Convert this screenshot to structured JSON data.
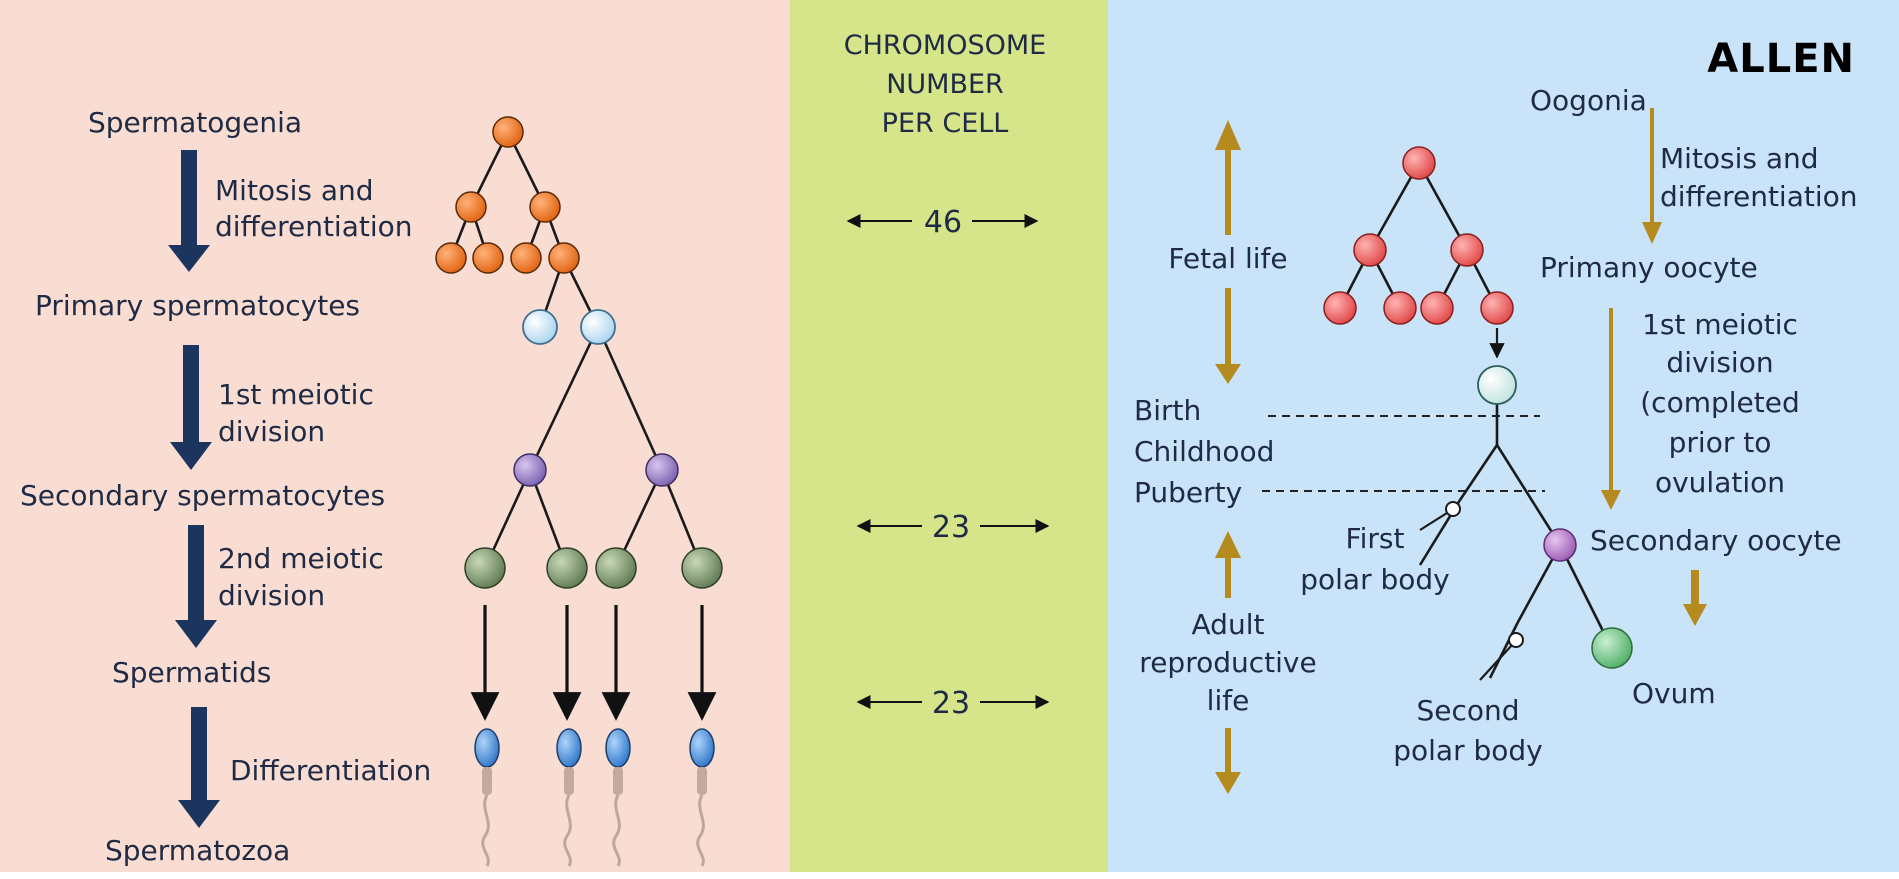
{
  "brand": "ALLEN",
  "colors": {
    "left_bg": "#f9ddd3",
    "mid_bg": "#d6e58a",
    "right_bg": "#c9e3f8",
    "navy_arrow": "#1c355e",
    "gold_arrow": "#b58a1e",
    "spermatogonia_cell": "#f07a22",
    "primary_spermatocyte_cell": "#cfe8f7",
    "secondary_spermatocyte_cell": "#9b86c2",
    "spermatid_cell": "#7f9a6f",
    "sperm_head": "#4a90d9",
    "oogonia_cell": "#f06a6a",
    "primary_oocyte_cell": "#dff0ee",
    "secondary_oocyte_cell": "#b27ac4",
    "ovum_cell": "#79c98c"
  },
  "spermatogenesis": {
    "stages": [
      "Spermatogenia",
      "Primary spermatocytes",
      "Secondary spermatocytes",
      "Spermatids",
      "Spermatozoa"
    ],
    "processes": {
      "mitosis": [
        "Mitosis and",
        "differentiation"
      ],
      "meiosis1": [
        "1st meiotic",
        "division"
      ],
      "meiosis2": [
        "2nd meiotic",
        "division"
      ],
      "differentiation": "Differentiation"
    }
  },
  "chromosome_panel": {
    "header": [
      "CHROMOSOME",
      "NUMBER",
      "PER CELL"
    ],
    "values": [
      "46",
      "23",
      "23"
    ]
  },
  "oogenesis": {
    "life_stages": {
      "fetal": "Fetal life",
      "birth": "Birth",
      "childhood": "Childhood",
      "puberty": "Puberty",
      "adult": [
        "Adult",
        "reproductive",
        "life"
      ]
    },
    "oogonia": "Oogonia",
    "mitosis": [
      "Mitosis and",
      "differentiation"
    ],
    "primary_oocyte": "Primany oocyte",
    "meiosis1": [
      "1st meiotic",
      "division",
      "(completed",
      "prior to",
      "ovulation"
    ],
    "secondary_oocyte": "Secondary oocyte",
    "first_polar_body": [
      "First",
      "polar body"
    ],
    "second_polar_body": [
      "Second",
      "polar body"
    ],
    "ovum": "Ovum"
  }
}
